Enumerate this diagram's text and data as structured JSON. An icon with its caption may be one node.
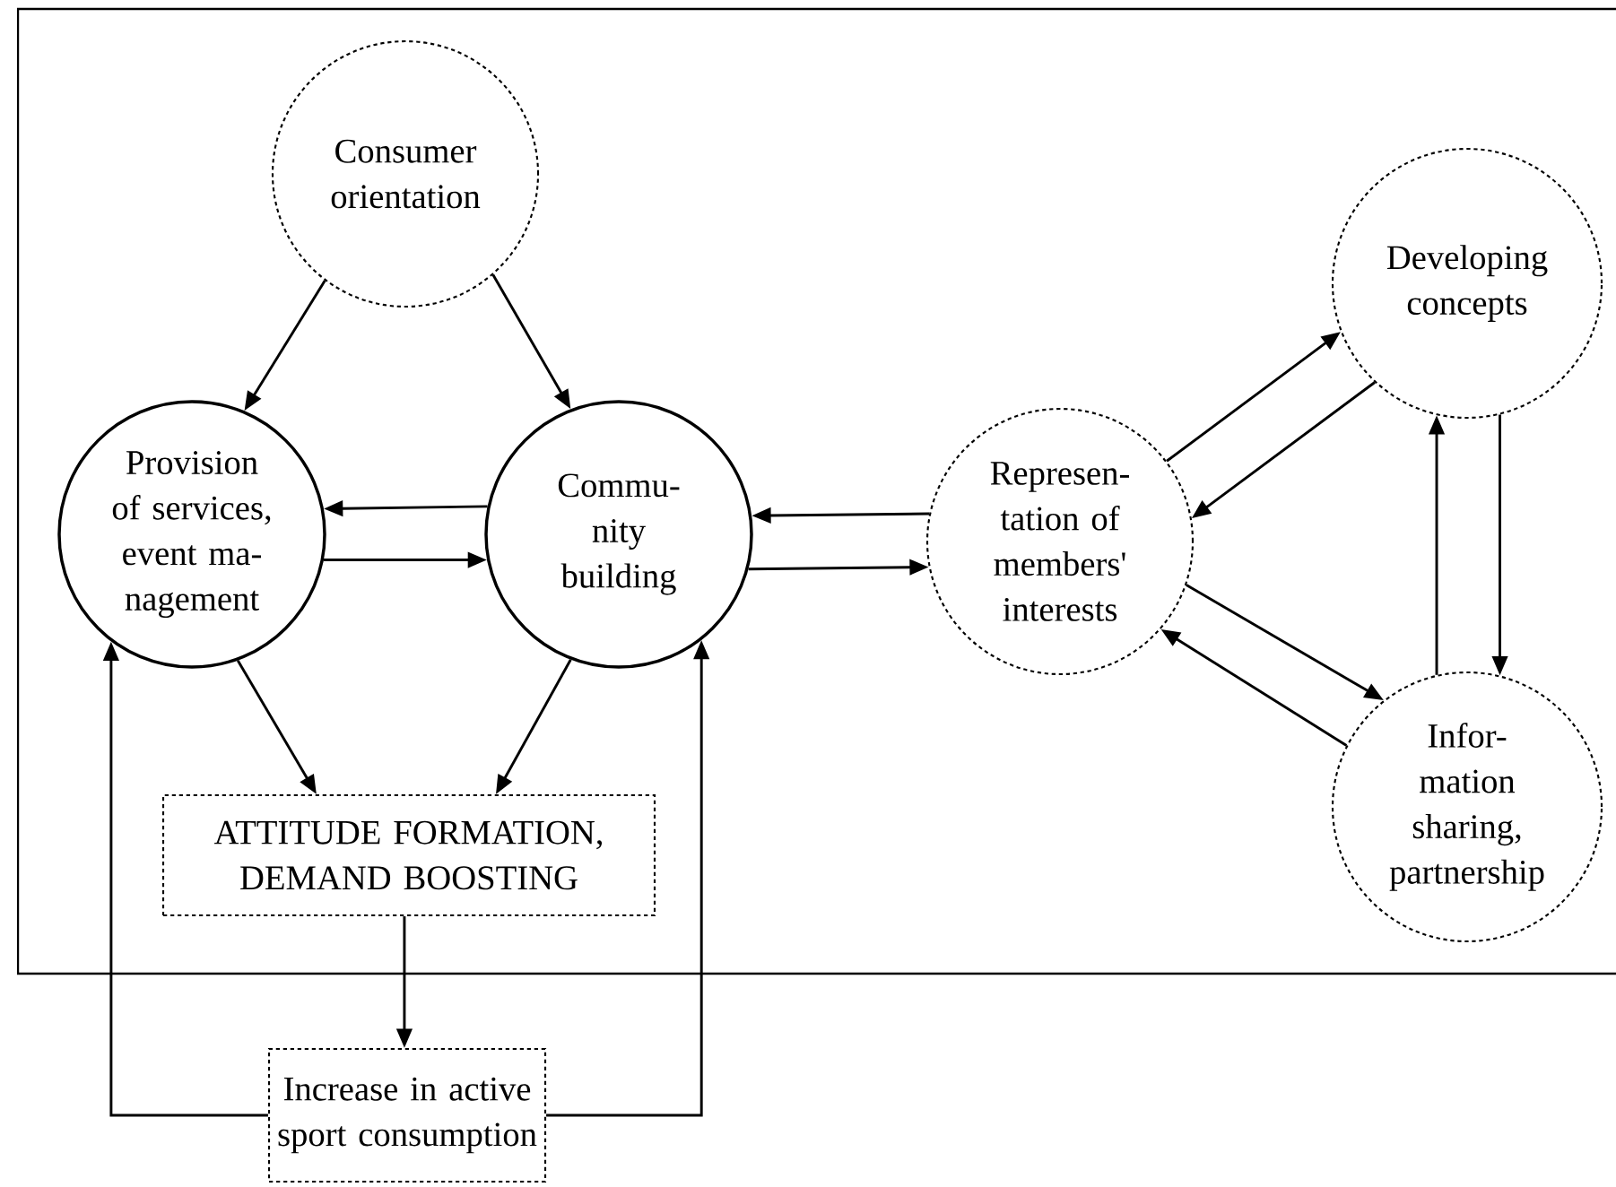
{
  "diagram": {
    "nodes": [
      {
        "text": [
          "Consumer orientation"
        ]
      },
      {
        "text": [
          "Provision of services, event ma- nagement"
        ]
      },
      {
        "text": [
          "Commu- nity building"
        ]
      },
      {
        "text": [
          "Represen- tation of members' interests"
        ]
      },
      {
        "text": [
          "Developing concepts"
        ]
      },
      {
        "text": [
          "Infor- mation sharing, partnership"
        ]
      },
      {
        "text": [
          "ATTITUDE FORMATION, DEMAND BOOSTING"
        ]
      },
      {
        "text": [
          "Increase in active sport consumption"
        ]
      }
    ],
    "edges": [
      {
        "from": 0,
        "to": 1,
        "arrow": "to"
      },
      {
        "from": 0,
        "to": 2,
        "arrow": "to"
      },
      {
        "from": 2,
        "to": 1,
        "arrow": "to"
      },
      {
        "from": 1,
        "to": 2,
        "arrow": "to"
      },
      {
        "from": 3,
        "to": 2,
        "arrow": "to"
      },
      {
        "from": 2,
        "to": 3,
        "arrow": "to"
      },
      {
        "from": 3,
        "to": 4,
        "arrow": "to"
      },
      {
        "from": 4,
        "to": 3,
        "arrow": "to"
      },
      {
        "from": 3,
        "to": 5,
        "arrow": "to"
      },
      {
        "from": 5,
        "to": 3,
        "arrow": "to"
      },
      {
        "from": 5,
        "to": 4,
        "arrow": "to"
      },
      {
        "from": 4,
        "to": 5,
        "arrow": "to"
      },
      {
        "from": 1,
        "to": 6,
        "arrow": "to"
      },
      {
        "from": 2,
        "to": 6,
        "arrow": "to"
      },
      {
        "from": 6,
        "to": 7,
        "arrow": "to"
      },
      {
        "from": 7,
        "to": 1,
        "arrow": "to"
      },
      {
        "from": 7,
        "to": 2,
        "arrow": "to"
      }
    ]
  }
}
